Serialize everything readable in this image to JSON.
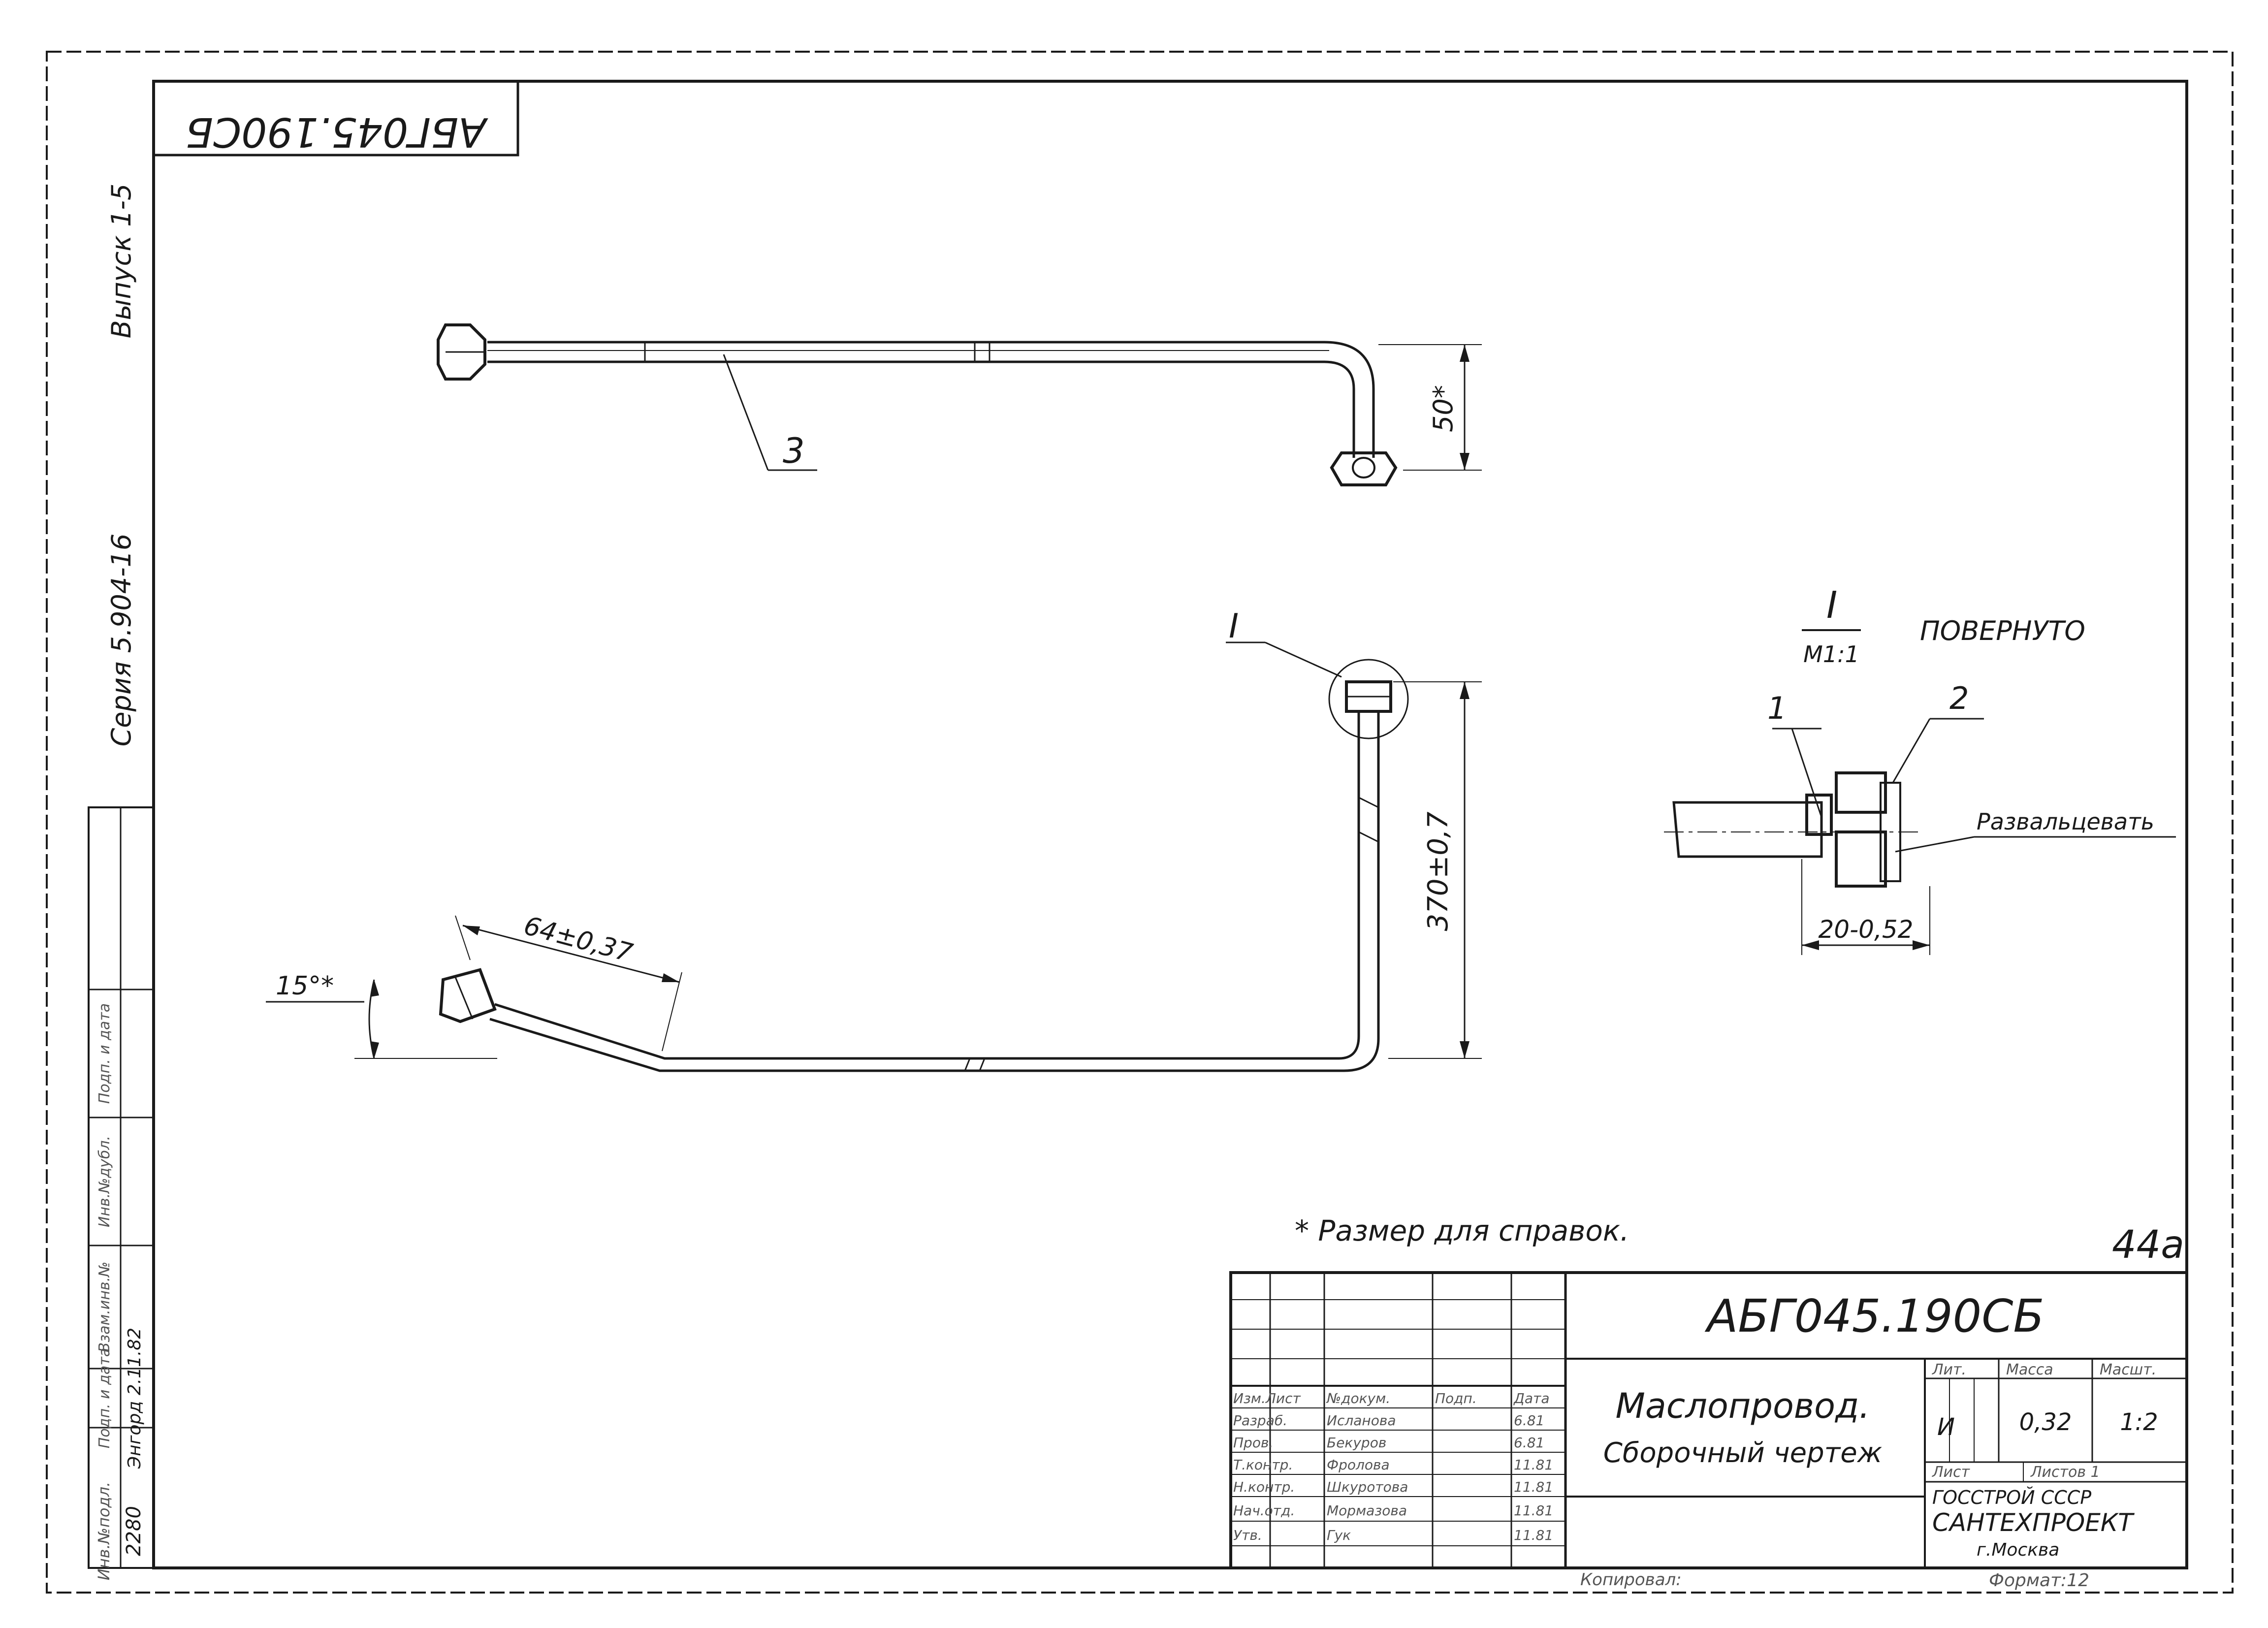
{
  "drawing": {
    "code_main": "АБГ045.190СБ",
    "code_corner": "АБГ045.190СБ",
    "series": "Серия 5.904-16",
    "issue": "Выпуск 1-5",
    "sheet_number": "44а",
    "format": "Формат:12",
    "copied": "Копировал:",
    "title_line1": "Маслопровод.",
    "title_line2": "Сборочный чертеж",
    "org_line1": "ГОССТРОЙ СССР",
    "org_line2": "САНТЕХПРОЕКТ",
    "org_line3": "г.Москва",
    "lit_header": "Лит.",
    "mass_header": "Масса",
    "scale_header": "Масшт.",
    "lit_value": "И",
    "mass_value": "0,32",
    "scale_value": "1:2",
    "sheet_label": "Лист",
    "sheets_label": "Листов 1"
  },
  "left_strip": {
    "headers": [
      "Инв.№подл.",
      "Подп. и дата",
      "Взам.инв.№",
      "Инв.№дубл.",
      "Подп. и дата"
    ],
    "inv_number": "2280",
    "sign_date": "Энгорд 2.11.82"
  },
  "stamp_rows": [
    {
      "role": "Изм.Лист",
      "name": "№докум.",
      "sign": "Подп.",
      "date": "Дата"
    },
    {
      "role": "Разраб.",
      "name": "Исланова",
      "sign": "",
      "date": "6.81"
    },
    {
      "role": "Пров.",
      "name": "Бекуров",
      "sign": "",
      "date": "6.81"
    },
    {
      "role": "Т.контр.",
      "name": "Фролова",
      "sign": "",
      "date": "11.81"
    },
    {
      "role": "Н.контр.",
      "name": "Шкуротова",
      "sign": "",
      "date": "11.81"
    },
    {
      "role": "Нач.отд.",
      "name": "Мормазова",
      "sign": "",
      "date": "11.81"
    },
    {
      "role": "Утв.",
      "name": "Гук",
      "sign": "",
      "date": "11.81"
    }
  ],
  "annotations": {
    "pos1": "1",
    "pos2": "2",
    "pos3": "3",
    "detail_mark": "I",
    "detail_scale": "М1:1",
    "rotated": "ПОВЕРНУТО",
    "flare": "Развальцевать",
    "note": "* Размер для справок.",
    "dim_50": "50*",
    "dim_370": "370±0,7",
    "dim_64": "64±0,37",
    "dim_15": "15°*",
    "dim_20": "20-0,52"
  }
}
